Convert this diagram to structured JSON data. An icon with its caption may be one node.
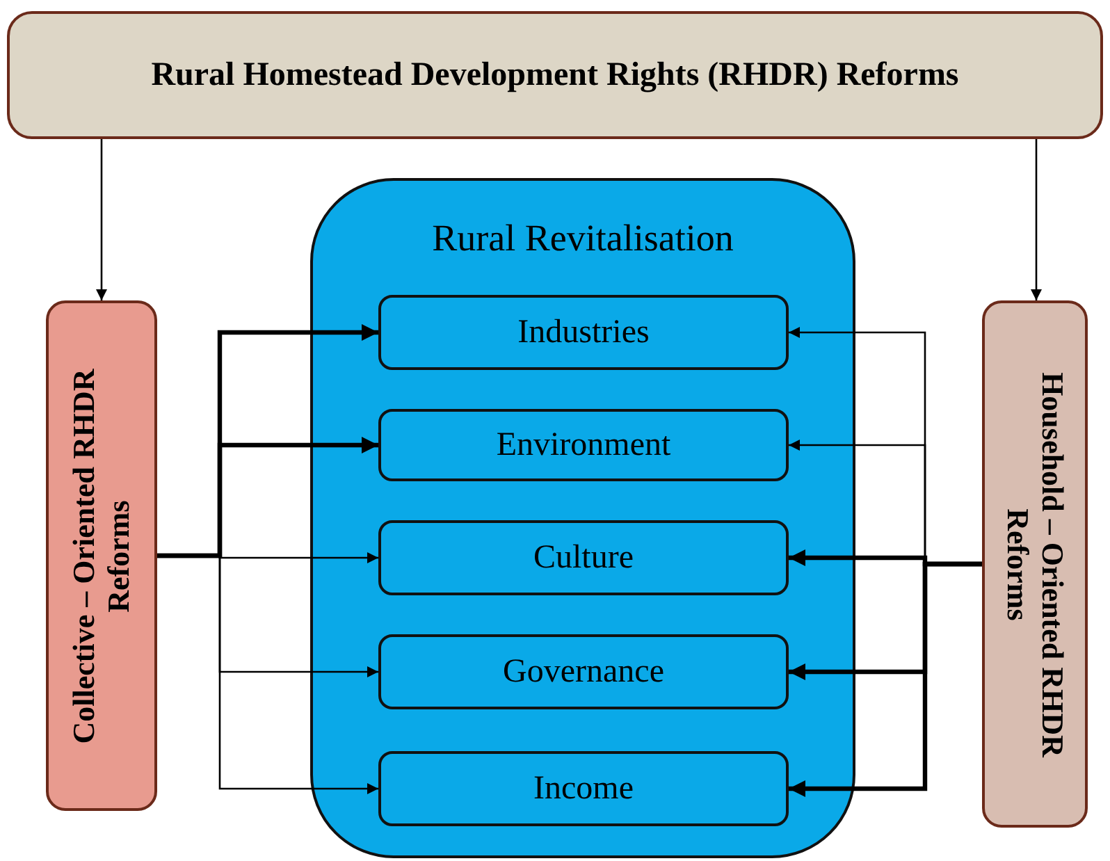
{
  "diagram": {
    "nodes": [
      {
        "text": [
          "Rural Homestead Development Rights (RHDR) Reforms"
        ]
      },
      {
        "text": [
          "Collective – Oriented RHDR Reforms"
        ]
      },
      {
        "text": [
          "Rural Revitalisation"
        ]
      },
      {
        "text": [
          "Industries"
        ],
        "in": 2
      },
      {
        "text": [
          "Environment"
        ],
        "in": 2
      },
      {
        "text": [
          "Culture"
        ],
        "in": 2
      },
      {
        "text": [
          "Governance"
        ],
        "in": 2
      },
      {
        "text": [
          "Income"
        ],
        "in": 2
      },
      {
        "text": [
          "Household – Oriented RHDR Reforms"
        ]
      }
    ],
    "edges": [
      {
        "from": 0,
        "to": 1,
        "arrow": "to"
      },
      {
        "from": 0,
        "to": 8,
        "arrow": "to"
      },
      {
        "from": 1,
        "to": 3,
        "arrow": "to",
        "style": "thick"
      },
      {
        "from": 1,
        "to": 4,
        "arrow": "to",
        "style": "thick"
      },
      {
        "from": 1,
        "to": 5,
        "arrow": "to"
      },
      {
        "from": 1,
        "to": 6,
        "arrow": "to"
      },
      {
        "from": 1,
        "to": 7,
        "arrow": "to"
      },
      {
        "from": 8,
        "to": 3,
        "arrow": "to"
      },
      {
        "from": 8,
        "to": 4,
        "arrow": "to"
      },
      {
        "from": 8,
        "to": 5,
        "arrow": "to",
        "style": "thick"
      },
      {
        "from": 8,
        "to": 6,
        "arrow": "to",
        "style": "thick"
      },
      {
        "from": 8,
        "to": 7,
        "arrow": "to",
        "style": "thick"
      }
    ]
  }
}
